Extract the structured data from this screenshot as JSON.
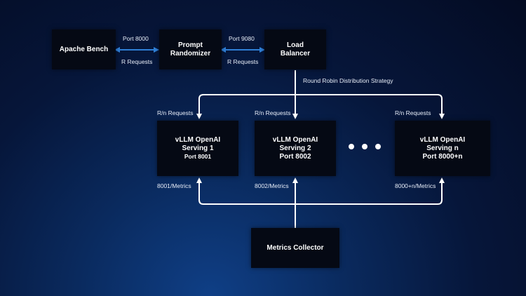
{
  "nodes": {
    "apache_bench": "Apache Bench",
    "prompt_randomizer_line1": "Prompt",
    "prompt_randomizer_line2": "Randomizer",
    "load_balancer_line1": "Load",
    "load_balancer_line2": "Balancer",
    "serving1_line1": "vLLM OpenAI",
    "serving1_line2": "Serving 1",
    "serving1_port": "Port 8001",
    "serving2_line1": "vLLM OpenAI",
    "serving2_line2": "Serving 2",
    "serving2_port": "Port 8002",
    "servingn_line1": "vLLM OpenAI",
    "servingn_line2": "Serving n",
    "servingn_port": "Port 8000+n",
    "metrics_collector": "Metrics Collector"
  },
  "labels": {
    "port_8000": "Port 8000",
    "port_9080": "Port 9080",
    "r_requests_1": "R Requests",
    "r_requests_2": "R Requests",
    "strategy": "Round Robin Distribution Strategy",
    "rn_requests_1": "R/n Requests",
    "rn_requests_2": "R/n Requests",
    "rn_requests_3": "R/n Requests",
    "metrics_1": "8001/Metrics",
    "metrics_2": "8002/Metrics",
    "metrics_n": "8000+n/Metrics"
  },
  "colors": {
    "bidirectional_arrow": "#2f7fd6",
    "flow_line": "#ffffff",
    "node_fill": "#050914"
  }
}
